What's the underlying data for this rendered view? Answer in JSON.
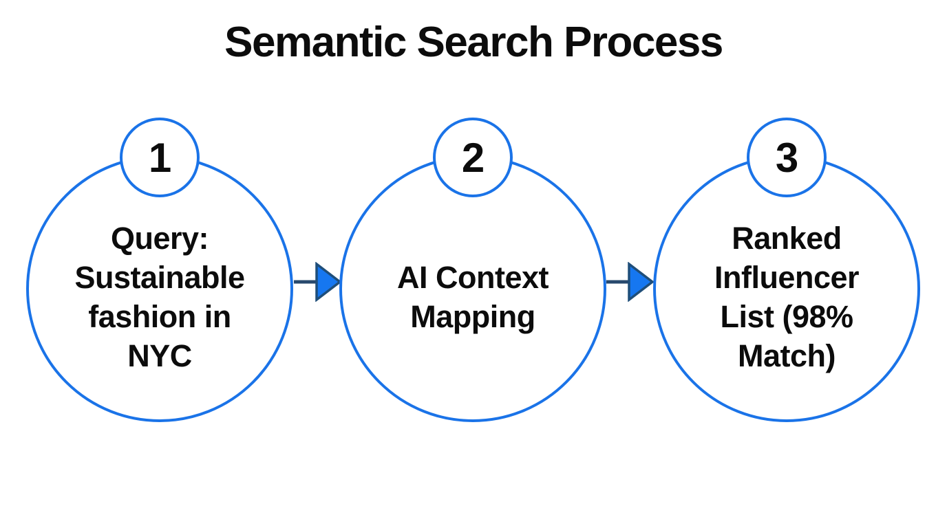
{
  "title": "Semantic Search Process",
  "steps": [
    {
      "number": "1",
      "label": "Query:\nSustainable\nfashion in\nNYC"
    },
    {
      "number": "2",
      "label": "AI Context\nMapping"
    },
    {
      "number": "3",
      "label": "Ranked\nInfluencer\nList (98%\nMatch)"
    }
  ],
  "colors": {
    "circle_stroke": "#1a73e8",
    "arrow_line": "#27496d",
    "arrow_head_fill": "#1677f0",
    "arrow_head_stroke": "#1f4e79",
    "text": "#0c0c0c",
    "background": "#ffffff"
  }
}
